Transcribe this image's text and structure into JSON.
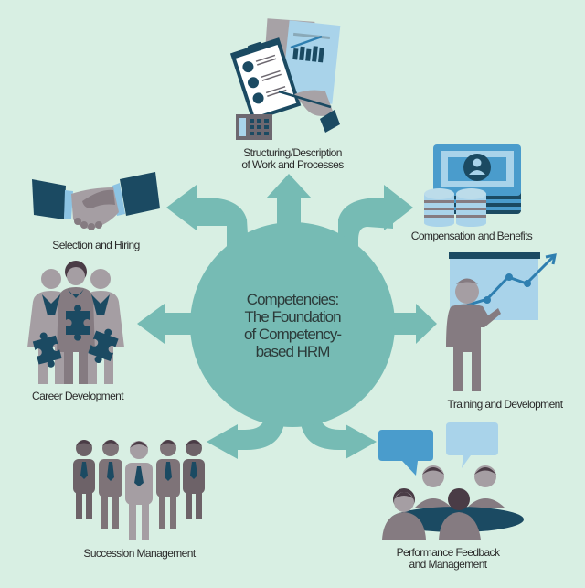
{
  "center": {
    "lines": [
      "Competencies:",
      "The Foundation",
      "of Competency-",
      "based HRM"
    ]
  },
  "nodes": [
    {
      "id": "structuring",
      "label_lines": [
        "Structuring/Description",
        "of Work and Processes"
      ],
      "icon": "clipboard-report-icon"
    },
    {
      "id": "compensation",
      "label_lines": [
        "Compensation and Benefits"
      ],
      "icon": "money-coins-icon"
    },
    {
      "id": "training",
      "label_lines": [
        "Training and Development"
      ],
      "icon": "presenter-chart-icon"
    },
    {
      "id": "performance",
      "label_lines": [
        "Performance Feedback",
        "and Management"
      ],
      "icon": "meeting-feedback-icon"
    },
    {
      "id": "succession",
      "label_lines": [
        "Succession Management"
      ],
      "icon": "team-lineup-icon"
    },
    {
      "id": "career",
      "label_lines": [
        "Career Development"
      ],
      "icon": "puzzle-team-icon"
    },
    {
      "id": "selection",
      "label_lines": [
        "Selection and Hiring"
      ],
      "icon": "handshake-icon"
    }
  ],
  "colors": {
    "background": "#d8efe3",
    "hub": "#76bbb4",
    "dark_navy": "#1b4a62",
    "light_blue": "#a9d3ea",
    "mid_blue": "#4a9ccc",
    "person_gray": "#857b81",
    "person_light": "#a59ea3",
    "hair": "#4a3c46"
  }
}
